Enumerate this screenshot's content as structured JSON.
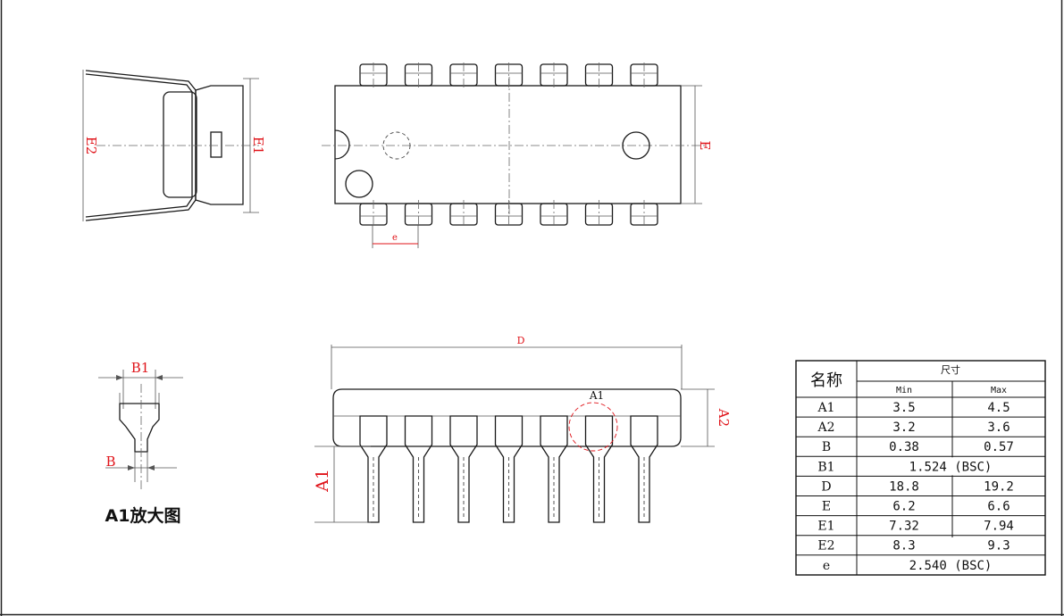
{
  "labels": {
    "E2": "E2",
    "E1": "E1",
    "E": "E",
    "e": "e",
    "D": "D",
    "A2": "A2",
    "A1_callout": "A1",
    "A1": "A1",
    "B1": "B1",
    "B": "B"
  },
  "caption": "A1放大图",
  "table": {
    "name_header": "名称",
    "size_header": "尺寸",
    "min_header": "Min",
    "max_header": "Max",
    "rows": [
      {
        "name": "A1",
        "min": "3.5",
        "max": "4.5"
      },
      {
        "name": "A2",
        "min": "3.2",
        "max": "3.6"
      },
      {
        "name": "B",
        "min": "0.38",
        "max": "0.57"
      },
      {
        "name": "B1",
        "span": "1.524 (BSC)"
      },
      {
        "name": "D",
        "min": "18.8",
        "max": "19.2"
      },
      {
        "name": "E",
        "min": "6.2",
        "max": "6.6"
      },
      {
        "name": "E1",
        "min": "7.32",
        "max": "7.94"
      },
      {
        "name": "E2",
        "min": "8.3",
        "max": "9.3"
      },
      {
        "name": "e",
        "span": "2.540 (BSC)"
      }
    ]
  }
}
